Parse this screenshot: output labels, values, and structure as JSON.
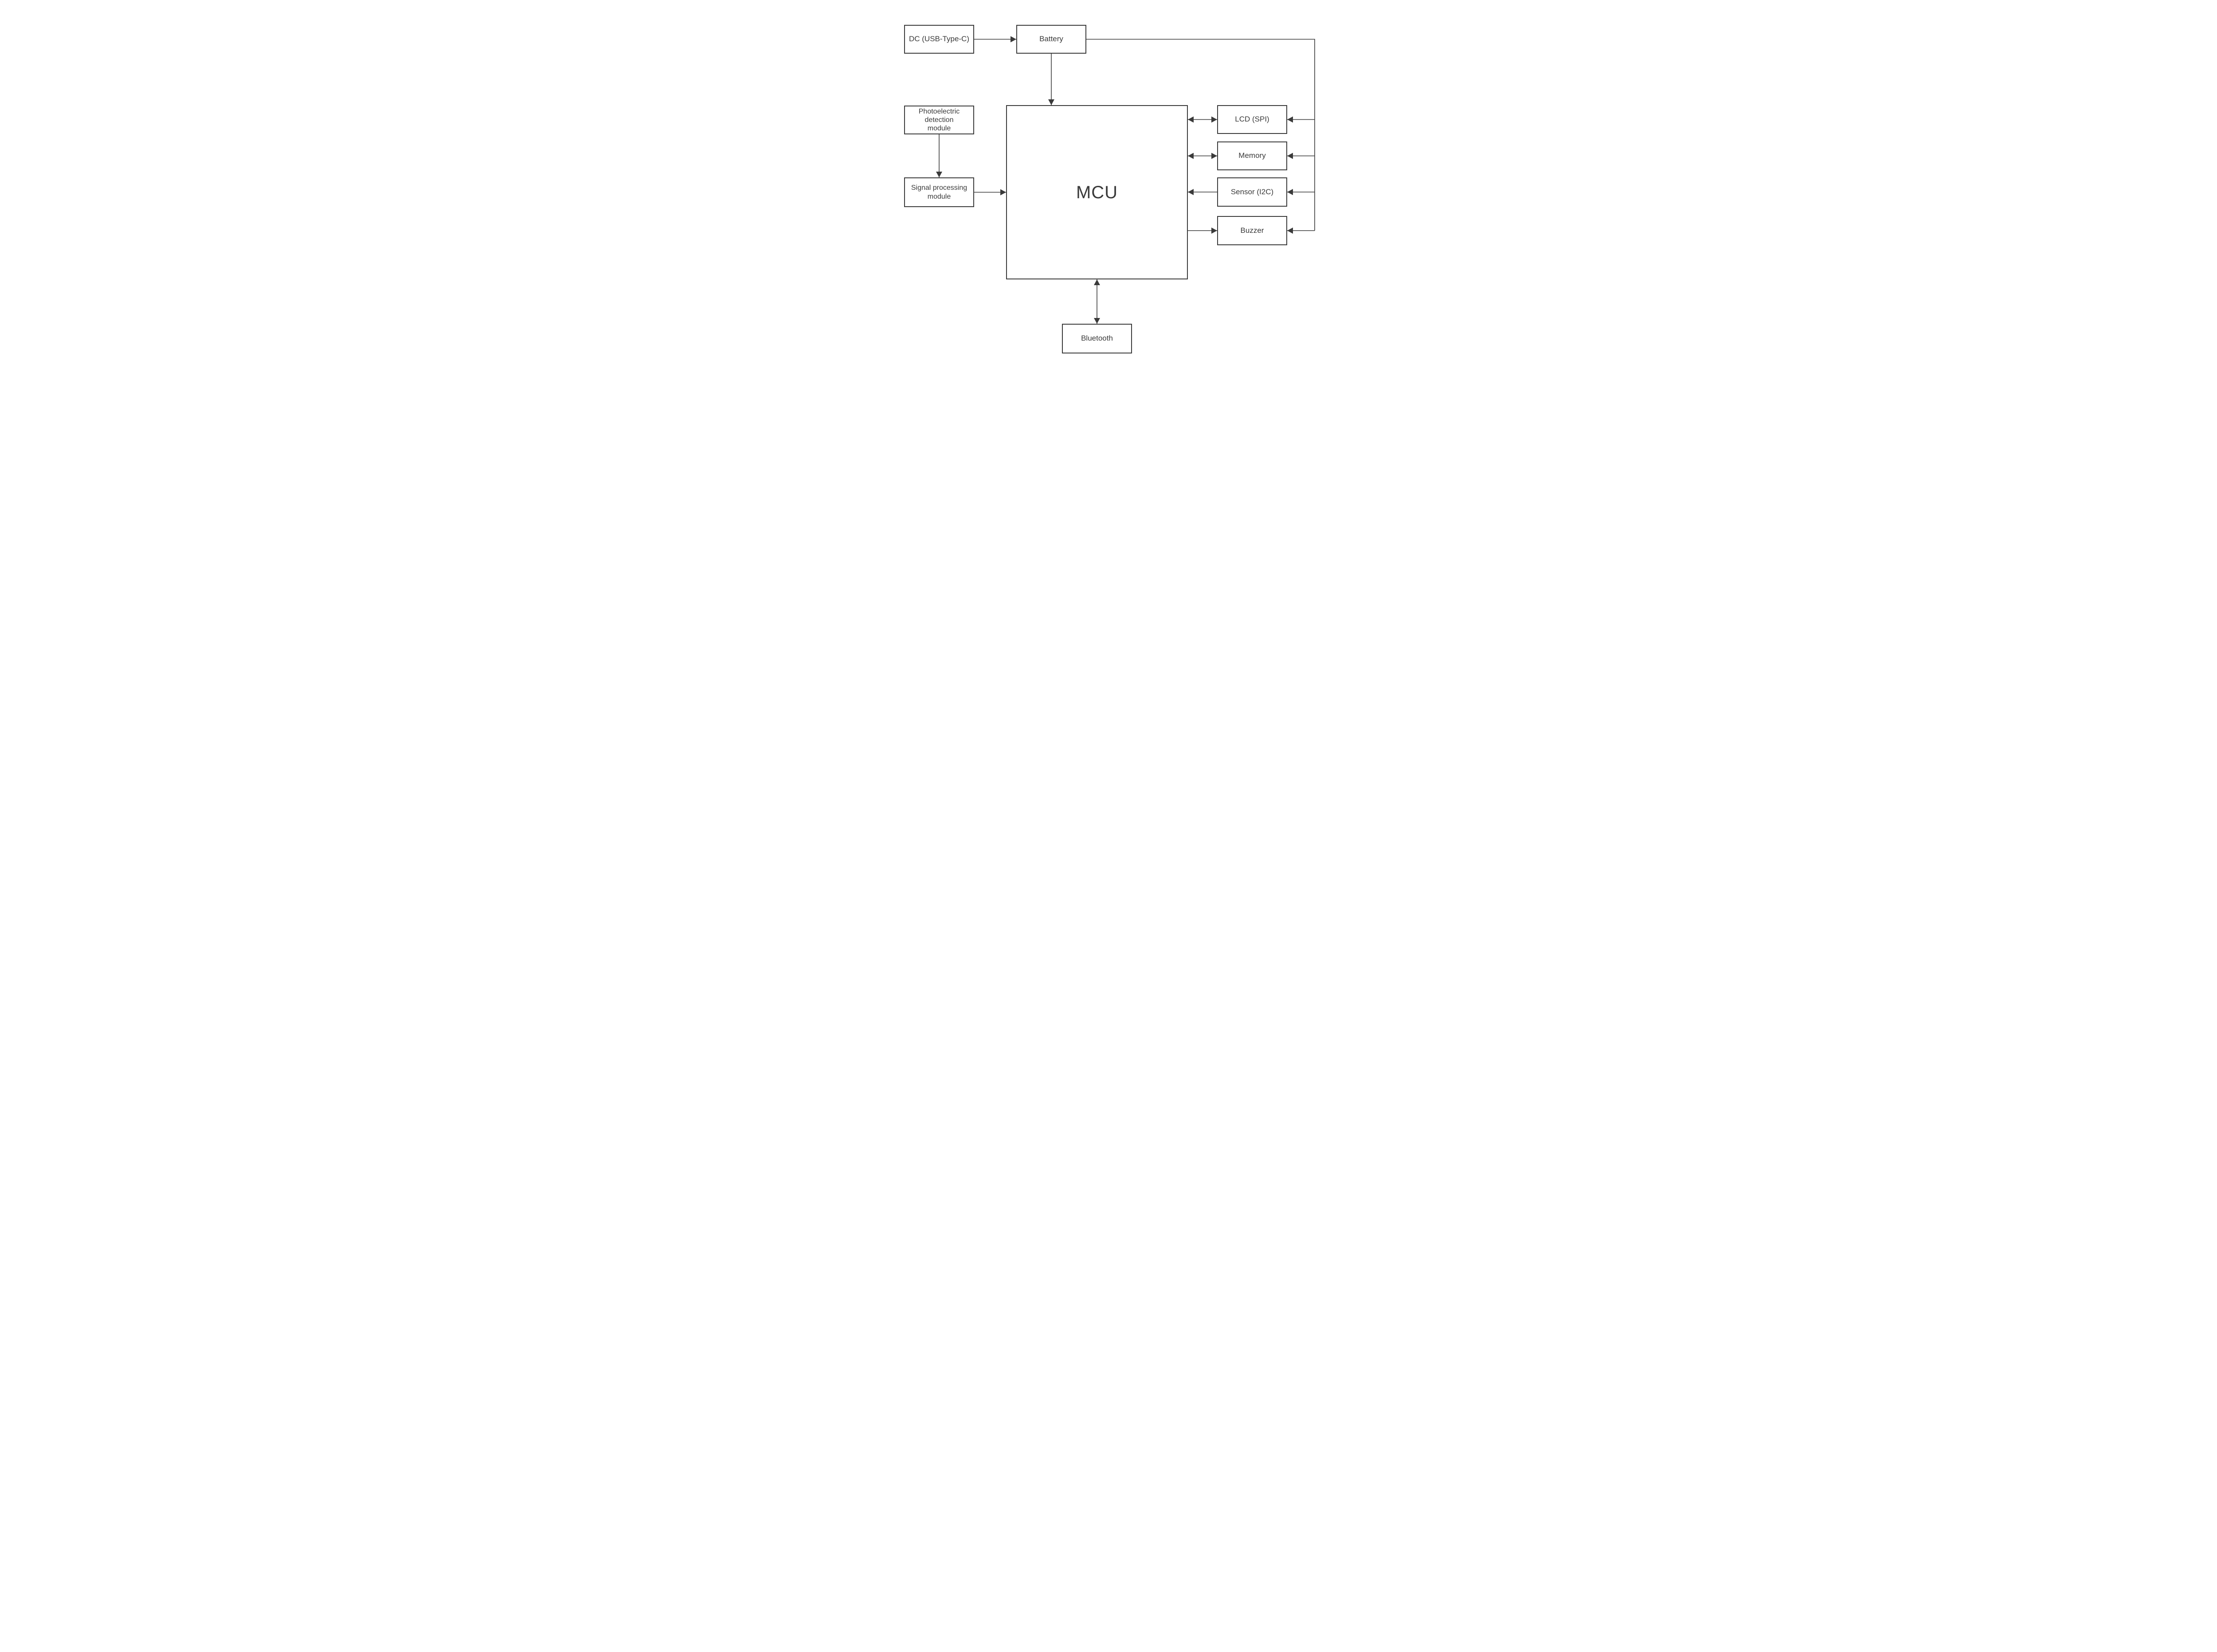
{
  "diagram": {
    "type": "block-diagram",
    "colors": {
      "background": "#ffffff",
      "stroke": "#3a3a3a",
      "text": "#3a3a3a"
    },
    "nodes": {
      "dc": {
        "label": "DC (USB-Type-C)"
      },
      "battery": {
        "label": "Battery"
      },
      "photo": {
        "label": "Photoelectric\ndetection\nmodule"
      },
      "signal": {
        "label": "Signal processing\nmodule"
      },
      "mcu": {
        "label": "MCU"
      },
      "lcd": {
        "label": "LCD (SPI)"
      },
      "memory": {
        "label": "Memory"
      },
      "sensor": {
        "label": "Sensor (I2C)"
      },
      "buzzer": {
        "label": "Buzzer"
      },
      "bluetooth": {
        "label": "Bluetooth"
      }
    },
    "connections": [
      {
        "from": "dc",
        "to": "battery",
        "direction": "one-way"
      },
      {
        "from": "battery",
        "to": "mcu",
        "direction": "one-way"
      },
      {
        "from": "battery",
        "to": "lcd",
        "direction": "one-way",
        "via": "right-power-rail"
      },
      {
        "from": "battery",
        "to": "memory",
        "direction": "one-way",
        "via": "right-power-rail"
      },
      {
        "from": "battery",
        "to": "sensor",
        "direction": "one-way",
        "via": "right-power-rail"
      },
      {
        "from": "battery",
        "to": "buzzer",
        "direction": "one-way",
        "via": "right-power-rail"
      },
      {
        "from": "photo",
        "to": "signal",
        "direction": "one-way"
      },
      {
        "from": "signal",
        "to": "mcu",
        "direction": "one-way"
      },
      {
        "from": "mcu",
        "to": "lcd",
        "direction": "two-way"
      },
      {
        "from": "mcu",
        "to": "memory",
        "direction": "two-way"
      },
      {
        "from": "sensor",
        "to": "mcu",
        "direction": "one-way"
      },
      {
        "from": "mcu",
        "to": "buzzer",
        "direction": "one-way"
      },
      {
        "from": "mcu",
        "to": "bluetooth",
        "direction": "two-way"
      }
    ]
  }
}
